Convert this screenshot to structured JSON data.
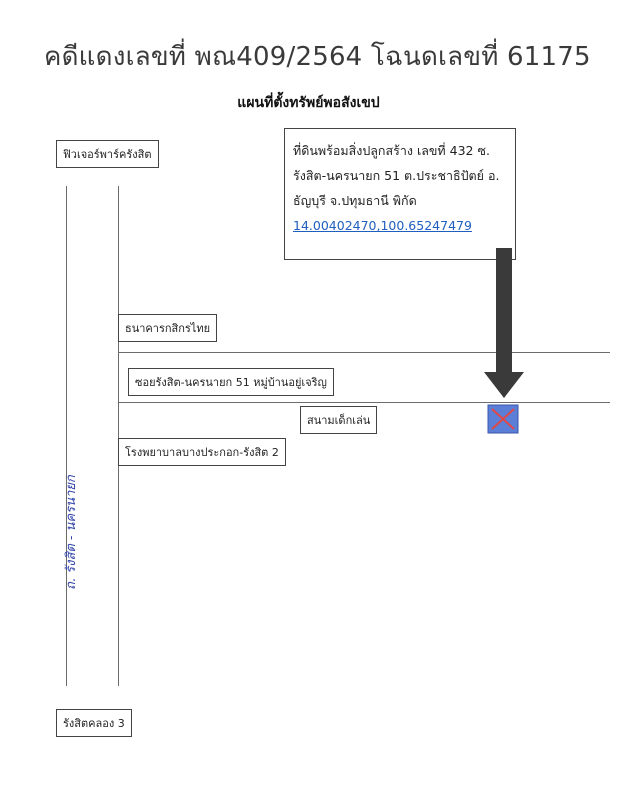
{
  "title": "คดีแดงเลขที่ พณ409/2564 โฉนดเลขที่ 61175",
  "subtitle": "แผนที่ตั้งทรัพย์พอสังเขป",
  "info_box": {
    "line1": "ที่ดินพร้อมสิ่งปลูกสร้าง เลขที่ 432 ซ.",
    "line2": "รังสิต-นครนายก 51 ต.ประชาธิปัตย์ อ.",
    "line3": "ธัญบุรี จ.ปทุมธานี พิกัด",
    "coordinates": "14.00402470,100.65247479"
  },
  "landmarks": {
    "future_park": "ฟิวเจอร์พาร์ครังสิต",
    "bank": "ธนาคารกสิกรไทย",
    "soi": "ซอยรังสิต-นครนายก 51 หมู่บ้านอยู่เจริญ",
    "playground": "สนามเด็กเล่น",
    "hospital": "โรงพยาบาลบางประกอก-รังสิต 2",
    "canal": "รังสิตคลอง 3"
  },
  "road_handwritten": "ถ. รังสิต - นครนายก",
  "colors": {
    "arrow": "#3a3a3a",
    "marker_fill": "#5b7fd6",
    "marker_x": "#e04848",
    "link": "#1f5fbf"
  },
  "icons": {
    "arrow": "arrow-down-icon",
    "marker": "property-marker-icon"
  }
}
